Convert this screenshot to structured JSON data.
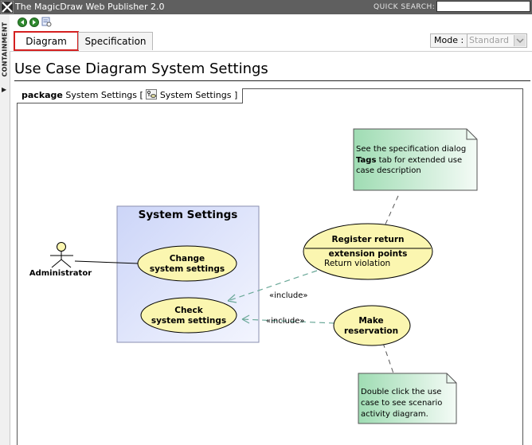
{
  "app": {
    "title": "The MagicDraw Web Publisher 2.0"
  },
  "quick_search": {
    "label": "QUICK SEARCH:",
    "value": ""
  },
  "containment": {
    "label": "CONTAINMENT"
  },
  "tabs": [
    {
      "label": "Diagram",
      "active": true
    },
    {
      "label": "Specification",
      "active": false
    }
  ],
  "mode": {
    "label": "Mode :",
    "value": "Standard"
  },
  "page_title": "Use Case Diagram System Settings",
  "frame": {
    "kind": "package",
    "name": "System Settings",
    "bracket_open": "[",
    "bracket_close": "]",
    "diagram_name": "System Settings"
  },
  "diagram": {
    "subject": "System Settings",
    "actor": "Administrator",
    "use_cases": [
      {
        "line1": "Change",
        "line2": "system settings"
      },
      {
        "line1": "Check",
        "line2": "system settings"
      },
      {
        "line1": "Register return",
        "ext_title": "extension points",
        "ext_point": "Return violation"
      },
      {
        "line1": "Make",
        "line2": "reservation"
      }
    ],
    "include_labels": [
      "«include»",
      "«include»"
    ],
    "notes": [
      {
        "lines": [
          "See the specification dialog",
          "Tags tab for extended use",
          "case description"
        ],
        "bold_word": "Tags"
      },
      {
        "lines": [
          "Double click the use",
          "case to see scenario",
          "activity diagram."
        ]
      }
    ]
  },
  "colors": {
    "titlebar": "#5f5f5f",
    "usecase_fill": "#fbf6b0",
    "subject_fill": "#dde3fb",
    "note_fill": "#c9ecd4",
    "include_line": "#6aa898",
    "active_tab_outline": "#d42020"
  }
}
